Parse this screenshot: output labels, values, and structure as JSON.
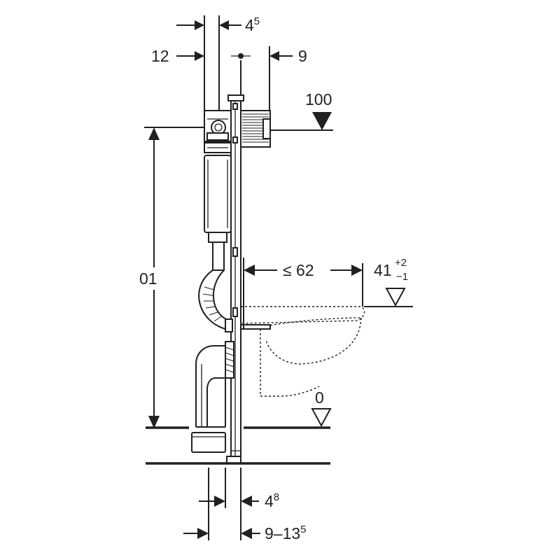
{
  "dimensions": {
    "top_depth": {
      "base": "4",
      "sup": "5"
    },
    "top_left_offset": "12",
    "top_right_offset": "9",
    "top_level": "100",
    "frame_height": "01",
    "bowl_projection": "≤ 62",
    "bowl_height": {
      "base": "41",
      "sup": "+2",
      "sub": "−1"
    },
    "floor_level": "0",
    "bottom_depth": {
      "base": "4",
      "sup": "8"
    },
    "bottom_range": {
      "base": "9–13",
      "sup": "5"
    }
  },
  "colors": {
    "line": "#231f20",
    "background": "#ffffff"
  }
}
